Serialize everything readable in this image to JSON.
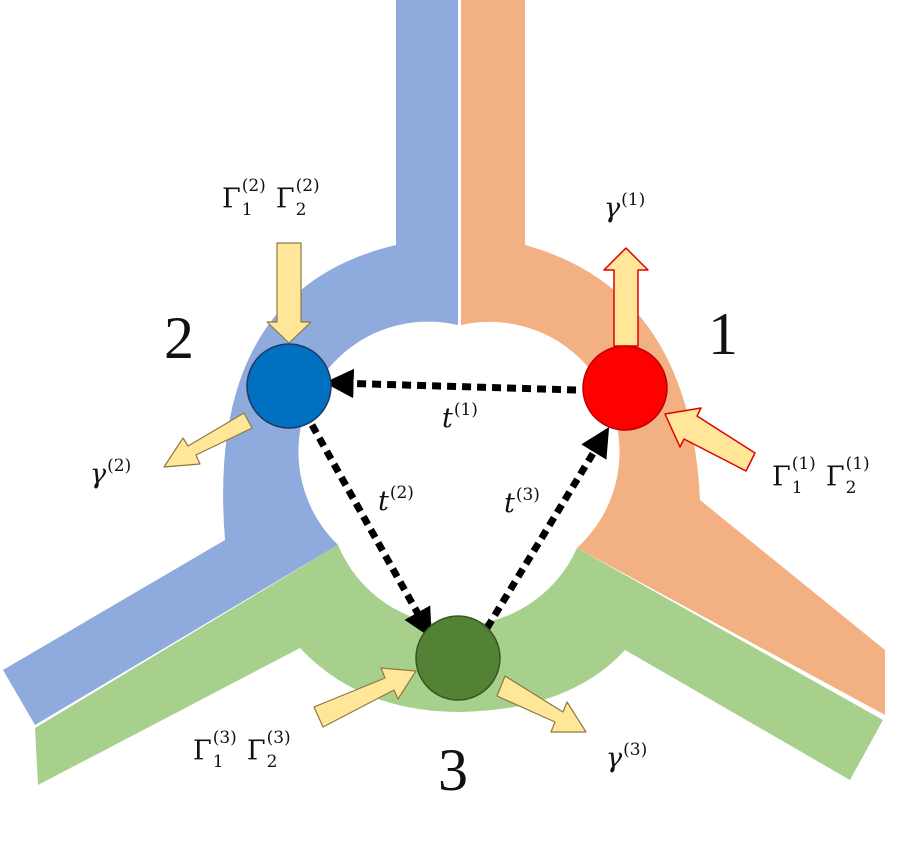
{
  "colors": {
    "background": "#ffffff",
    "region_1": "#f3b083",
    "region_2": "#8faadc",
    "region_3": "#a8d08d",
    "node_1": "#ff0000",
    "node_1_border": "#c00000",
    "node_2": "#0070c0",
    "node_2_border": "#1f3864",
    "node_3": "#548235",
    "node_3_border": "#375623",
    "arrow_fill": "#ffe699",
    "arrow_border": "#8c7a40",
    "arrow_border_node_1": "#e00000",
    "hopping_arrow": "#000000"
  },
  "nodes": [
    {
      "id": "1",
      "label": "1",
      "region": "right"
    },
    {
      "id": "2",
      "label": "2",
      "region": "left"
    },
    {
      "id": "3",
      "label": "3",
      "region": "bottom"
    }
  ],
  "hopping": [
    {
      "symbol": "t",
      "index": "(1)",
      "from": "1",
      "to": "2"
    },
    {
      "symbol": "t",
      "index": "(2)",
      "from": "2",
      "to": "3"
    },
    {
      "symbol": "t",
      "index": "(3)",
      "from": "3",
      "to": "1"
    }
  ],
  "gain_labels": [
    {
      "node": "1",
      "symbol": "Γ",
      "sub_1": "1",
      "sub_2": "2",
      "sup": "(1)"
    },
    {
      "node": "2",
      "symbol": "Γ",
      "sub_1": "1",
      "sub_2": "2",
      "sup": "(2)"
    },
    {
      "node": "3",
      "symbol": "Γ",
      "sub_1": "1",
      "sub_2": "2",
      "sup": "(3)"
    }
  ],
  "loss_labels": [
    {
      "node": "1",
      "symbol": "γ",
      "sup": "(1)"
    },
    {
      "node": "2",
      "symbol": "γ",
      "sup": "(2)"
    },
    {
      "node": "3",
      "symbol": "γ",
      "sup": "(3)"
    }
  ]
}
